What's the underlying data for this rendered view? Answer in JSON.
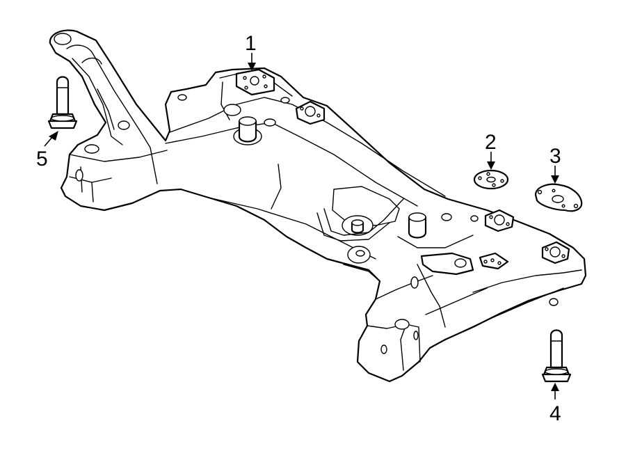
{
  "callouts": [
    {
      "id": "1",
      "label": "1",
      "part": "crossmember"
    },
    {
      "id": "2",
      "label": "2",
      "part": "washer"
    },
    {
      "id": "3",
      "label": "3",
      "part": "plate"
    },
    {
      "id": "4",
      "label": "4",
      "part": "bolt-rear"
    },
    {
      "id": "5",
      "label": "5",
      "part": "bolt-front"
    }
  ],
  "colors": {
    "ink": "#000000",
    "background": "#ffffff"
  }
}
